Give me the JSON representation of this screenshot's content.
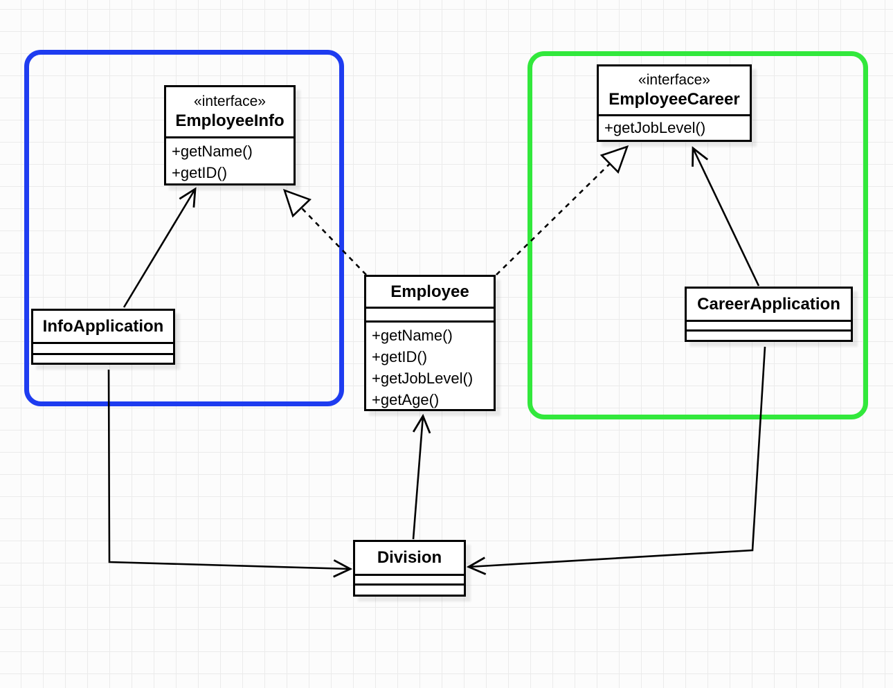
{
  "diagram": {
    "type": "uml-class-diagram",
    "groups": [
      {
        "id": "info-group",
        "border_color": "#1e3cf0"
      },
      {
        "id": "career-group",
        "border_color": "#32e83c"
      }
    ],
    "classes": {
      "employee_info": {
        "stereotype": "«interface»",
        "name": "EmployeeInfo",
        "methods": [
          "+getName()",
          "+getID()"
        ]
      },
      "employee_career": {
        "stereotype": "«interface»",
        "name": "EmployeeCareer",
        "methods": [
          "+getJobLevel()"
        ]
      },
      "employee": {
        "name": "Employee",
        "methods": [
          "+getName()",
          "+getID()",
          "+getJobLevel()",
          "+getAge()"
        ]
      },
      "info_application": {
        "name": "InfoApplication",
        "methods": []
      },
      "career_application": {
        "name": "CareerApplication",
        "methods": []
      },
      "division": {
        "name": "Division",
        "methods": []
      }
    },
    "relationships": [
      {
        "from": "InfoApplication",
        "to": "EmployeeInfo",
        "type": "directed-association",
        "line": "solid",
        "arrowhead": "open"
      },
      {
        "from": "Employee",
        "to": "EmployeeInfo",
        "type": "realization",
        "line": "dashed",
        "arrowhead": "hollow-triangle"
      },
      {
        "from": "Employee",
        "to": "EmployeeCareer",
        "type": "realization",
        "line": "dashed",
        "arrowhead": "hollow-triangle"
      },
      {
        "from": "CareerApplication",
        "to": "EmployeeCareer",
        "type": "directed-association",
        "line": "solid",
        "arrowhead": "open"
      },
      {
        "from": "Division",
        "to": "Employee",
        "type": "directed-association",
        "line": "solid",
        "arrowhead": "open"
      },
      {
        "from": "InfoApplication",
        "to": "Division",
        "type": "directed-association",
        "line": "solid",
        "arrowhead": "open"
      },
      {
        "from": "CareerApplication",
        "to": "Division",
        "type": "directed-association",
        "line": "solid",
        "arrowhead": "open"
      }
    ]
  }
}
